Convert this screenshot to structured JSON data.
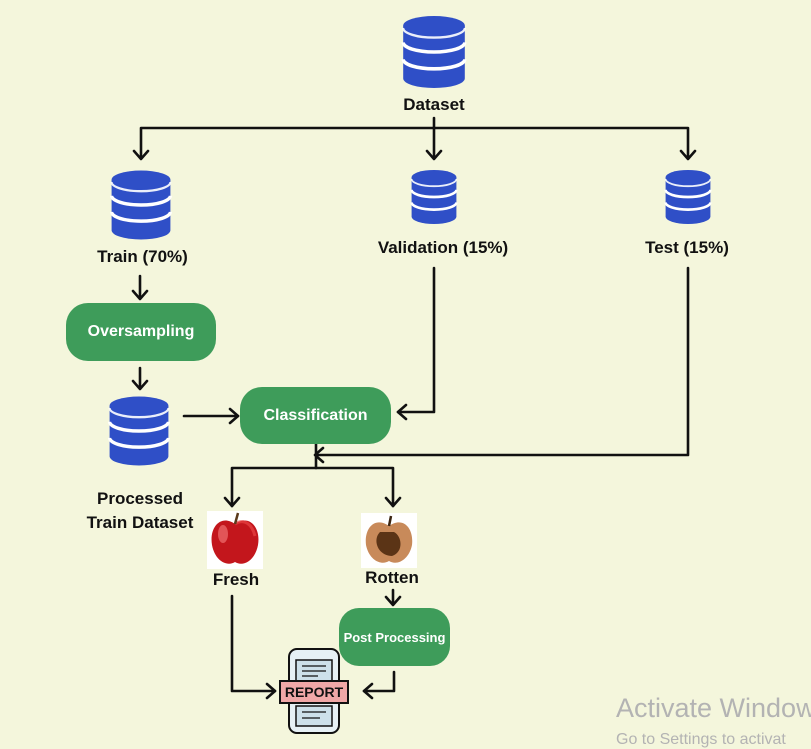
{
  "nodes": {
    "dataset": "Dataset",
    "train": "Train (70%)",
    "validation": "Validation (15%)",
    "test": "Test (15%)",
    "oversampling": "Oversampling",
    "processed_line1": "Processed",
    "processed_line2": "Train Dataset",
    "classification": "Classification",
    "fresh": "Fresh",
    "rotten": "Rotten",
    "post_processing": "Post Processing",
    "report": "REPORT"
  },
  "colors": {
    "background": "#f4f6dc",
    "database": "#2f4fc7",
    "process_box": "#3e9c5a",
    "arrow": "#111111",
    "report_label": "#f0a7a7"
  },
  "icons": [
    "database-icon",
    "fresh-apple-image",
    "rotten-apple-image",
    "report-document-icon"
  ],
  "watermark": {
    "line1": "Activate Windows",
    "line2": "Go to Settings to activat"
  }
}
